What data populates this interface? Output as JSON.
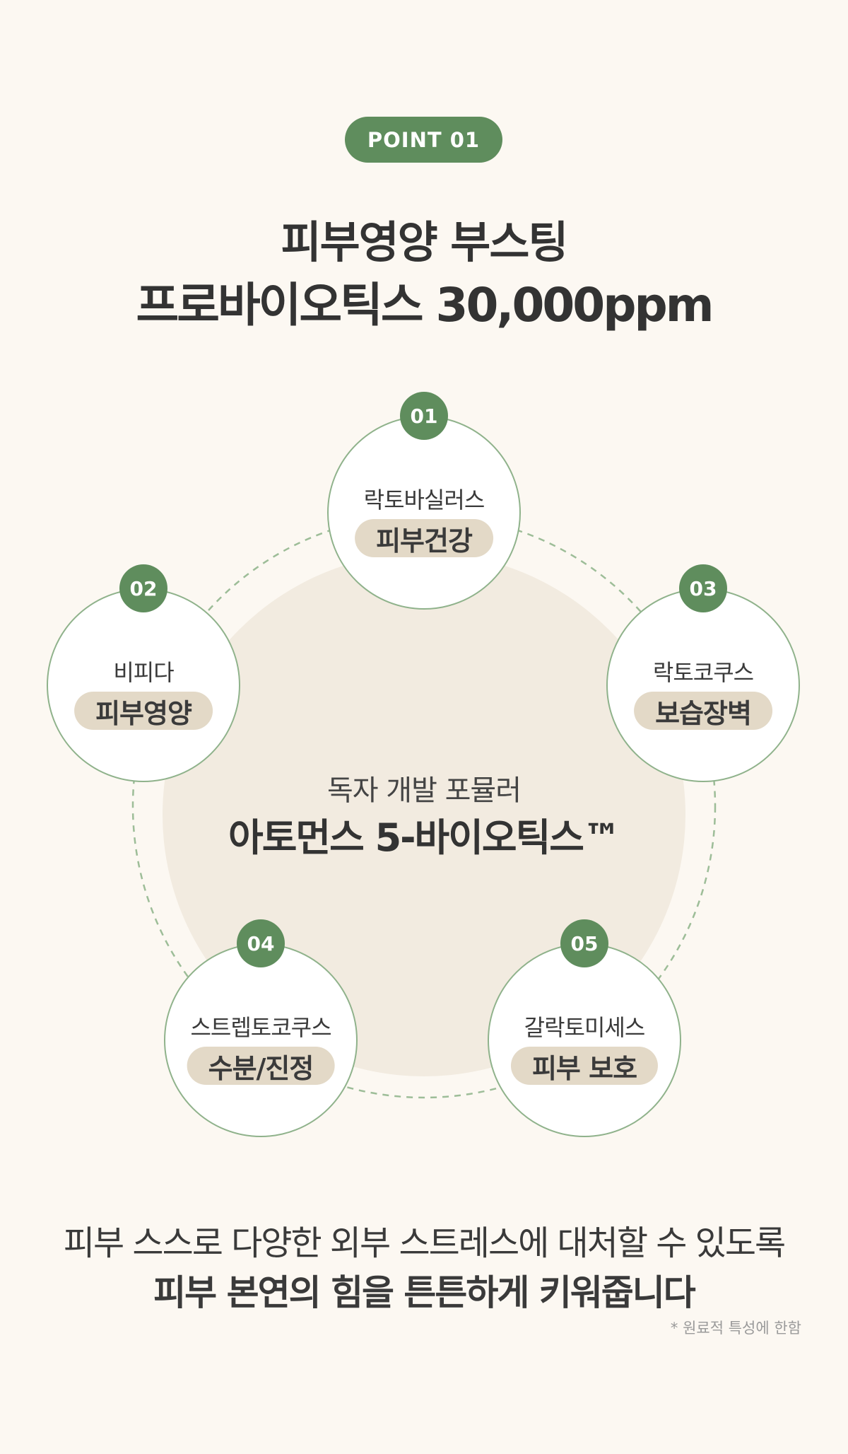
{
  "badge": {
    "label": "POINT 01"
  },
  "headline": {
    "line1": "피부영양 부스팅",
    "line2": "프로바이오틱스 30,000ppm"
  },
  "center": {
    "subtitle": "독자 개발 포뮬러",
    "title": "아토먼스 5-바이오틱스™"
  },
  "nodes": [
    {
      "number": "01",
      "name": "락토바실러스",
      "benefit": "피부건강"
    },
    {
      "number": "02",
      "name": "비피다",
      "benefit": "피부영양"
    },
    {
      "number": "03",
      "name": "락토코쿠스",
      "benefit": "보습장벽"
    },
    {
      "number": "04",
      "name": "스트렙토코쿠스",
      "benefit": "수분/진정"
    },
    {
      "number": "05",
      "name": "갈락토미세스",
      "benefit": "피부 보호"
    }
  ],
  "description": {
    "line1": "피부 스스로 다양한 외부 스트레스에 대처할 수 있도록",
    "line2": "피부 본연의 힘을 튼튼하게 키워줍니다"
  },
  "footnote": "* 원료적 특성에 한함",
  "colors": {
    "accent_green": "#5f8d5d",
    "ring_green": "#8fb28b",
    "tag_beige": "#e3d9c7",
    "center_disc": "#f2ebe0",
    "background": "#fcf8f2"
  }
}
